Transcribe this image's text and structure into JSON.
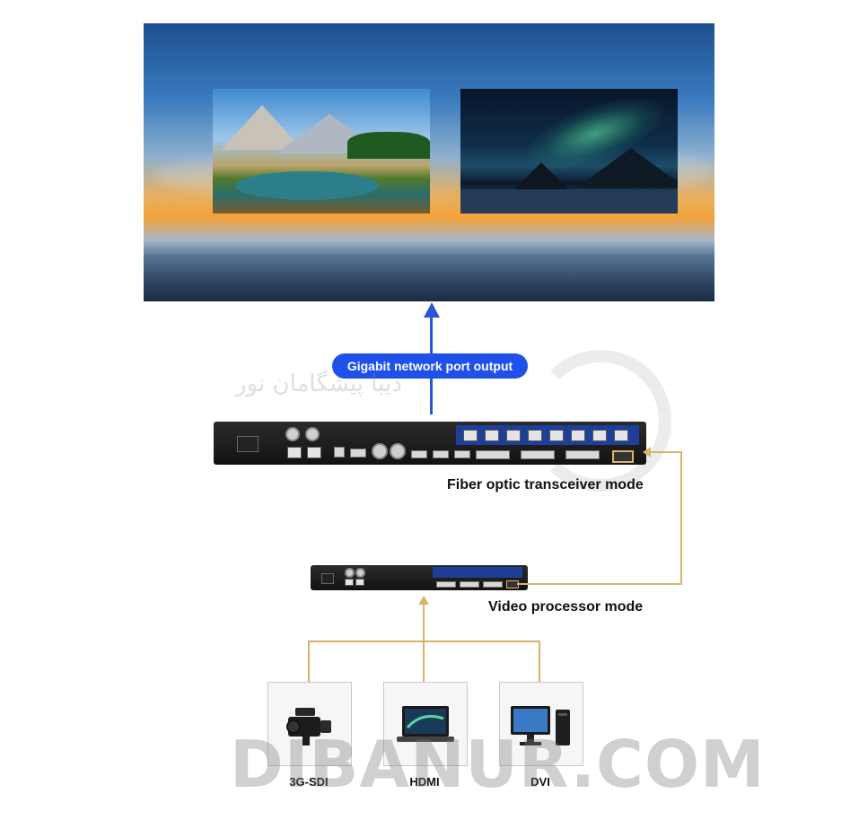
{
  "diagram": {
    "output_label": "Gigabit network port output",
    "fiber_mode_label": "Fiber optic transceiver mode",
    "processor_mode_label": "Video processor mode",
    "sources": [
      {
        "label": "3G-SDI",
        "icon": "camcorder-icon"
      },
      {
        "label": "HDMI",
        "icon": "laptop-icon"
      },
      {
        "label": "DVI",
        "icon": "desktop-computer-icon"
      }
    ],
    "watermark_text": "DIBANUR.COM",
    "watermark_fa": "دیبا پیشگامان نور"
  },
  "colors": {
    "arrow_blue": "#2a56d8",
    "pill_blue": "#1f51ea",
    "connector_gold": "#d9b36a"
  }
}
